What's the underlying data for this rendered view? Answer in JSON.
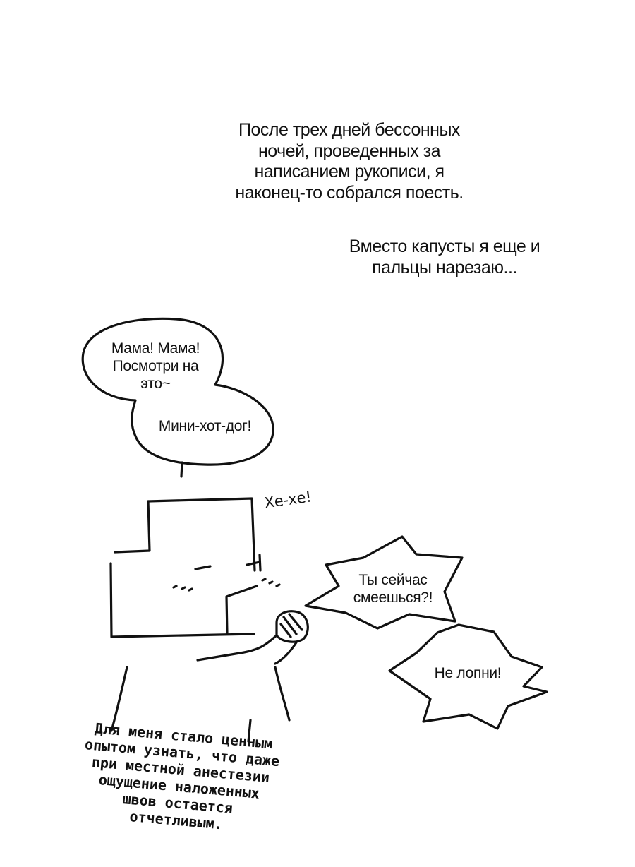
{
  "narration": {
    "top": "После трех дней бессонных\nночей, проведенных за\nнаписанием рукописи, я\nнаконец-то собрался поесть.",
    "middle": "Вместо капусты я еще и\nпальцы нарезаю..."
  },
  "bubbles": {
    "child_first": "Мама! Мама!\nПосмотри на\nэто~",
    "child_second": "Мини-хот-дог!",
    "laugh": "Хе-хе!",
    "spiky_first": "Ты сейчас\nсмеешься?!",
    "spiky_second": "Не лопни!"
  },
  "caption": {
    "bottom": "Для меня стало ценным\nопытом узнать, что даже\nпри местной анестезии\nощущение наложенных\nшвов остается\nотчетливым."
  },
  "colors": {
    "ink": "#111111",
    "paper": "#ffffff"
  }
}
